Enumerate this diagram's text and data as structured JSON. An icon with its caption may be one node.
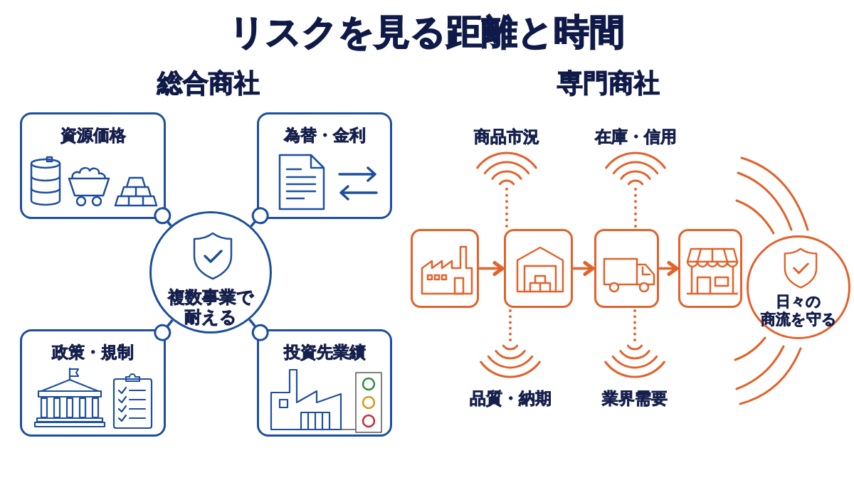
{
  "diagram": {
    "title": "リスクを見る距離と時間",
    "nodes": [
      {
        "text": [
          "資源価格"
        ]
      },
      {
        "text": [
          "為替・金利"
        ]
      },
      {
        "text": [
          "複数事業で耐える"
        ]
      },
      {
        "text": [
          "政策・規制"
        ]
      },
      {
        "text": [
          "投資先業績"
        ]
      },
      {
        "text": [
          "商品市況"
        ]
      },
      {
        "text": [
          "在庫・信用"
        ]
      },
      {
        "text": [],
        "shape": "picture"
      },
      {
        "text": [],
        "shape": "picture"
      },
      {
        "text": [],
        "shape": "picture"
      },
      {
        "text": [],
        "shape": "picture"
      },
      {
        "text": [
          "日々の商流を守る"
        ]
      },
      {
        "text": [
          "品質・納期"
        ]
      },
      {
        "text": [
          "業界需要"
        ]
      }
    ],
    "edges": [
      {
        "from": 0,
        "to": 2,
        "arrow": "other",
        "color": "#1d4f9e"
      },
      {
        "from": 1,
        "to": 2,
        "arrow": "other",
        "color": "#1d4f9e"
      },
      {
        "from": 3,
        "to": 2,
        "arrow": "other",
        "color": "#1d4f9e"
      },
      {
        "from": 4,
        "to": 2,
        "arrow": "other",
        "color": "#1d4f9e"
      },
      {
        "from": 7,
        "to": 8,
        "arrow": "to"
      },
      {
        "from": 8,
        "to": 9,
        "arrow": "to"
      },
      {
        "from": 9,
        "to": 10,
        "arrow": "to"
      },
      {
        "from": 5,
        "to": 8,
        "arrow": "none",
        "style": "dashed"
      },
      {
        "from": 6,
        "to": 9,
        "arrow": "none",
        "style": "dashed"
      },
      {
        "from": 12,
        "to": 8,
        "arrow": "none",
        "style": "dashed"
      },
      {
        "from": 13,
        "to": 9,
        "arrow": "none",
        "style": "dashed"
      }
    ],
    "labels": [
      "総合商社",
      "専門商社"
    ]
  }
}
